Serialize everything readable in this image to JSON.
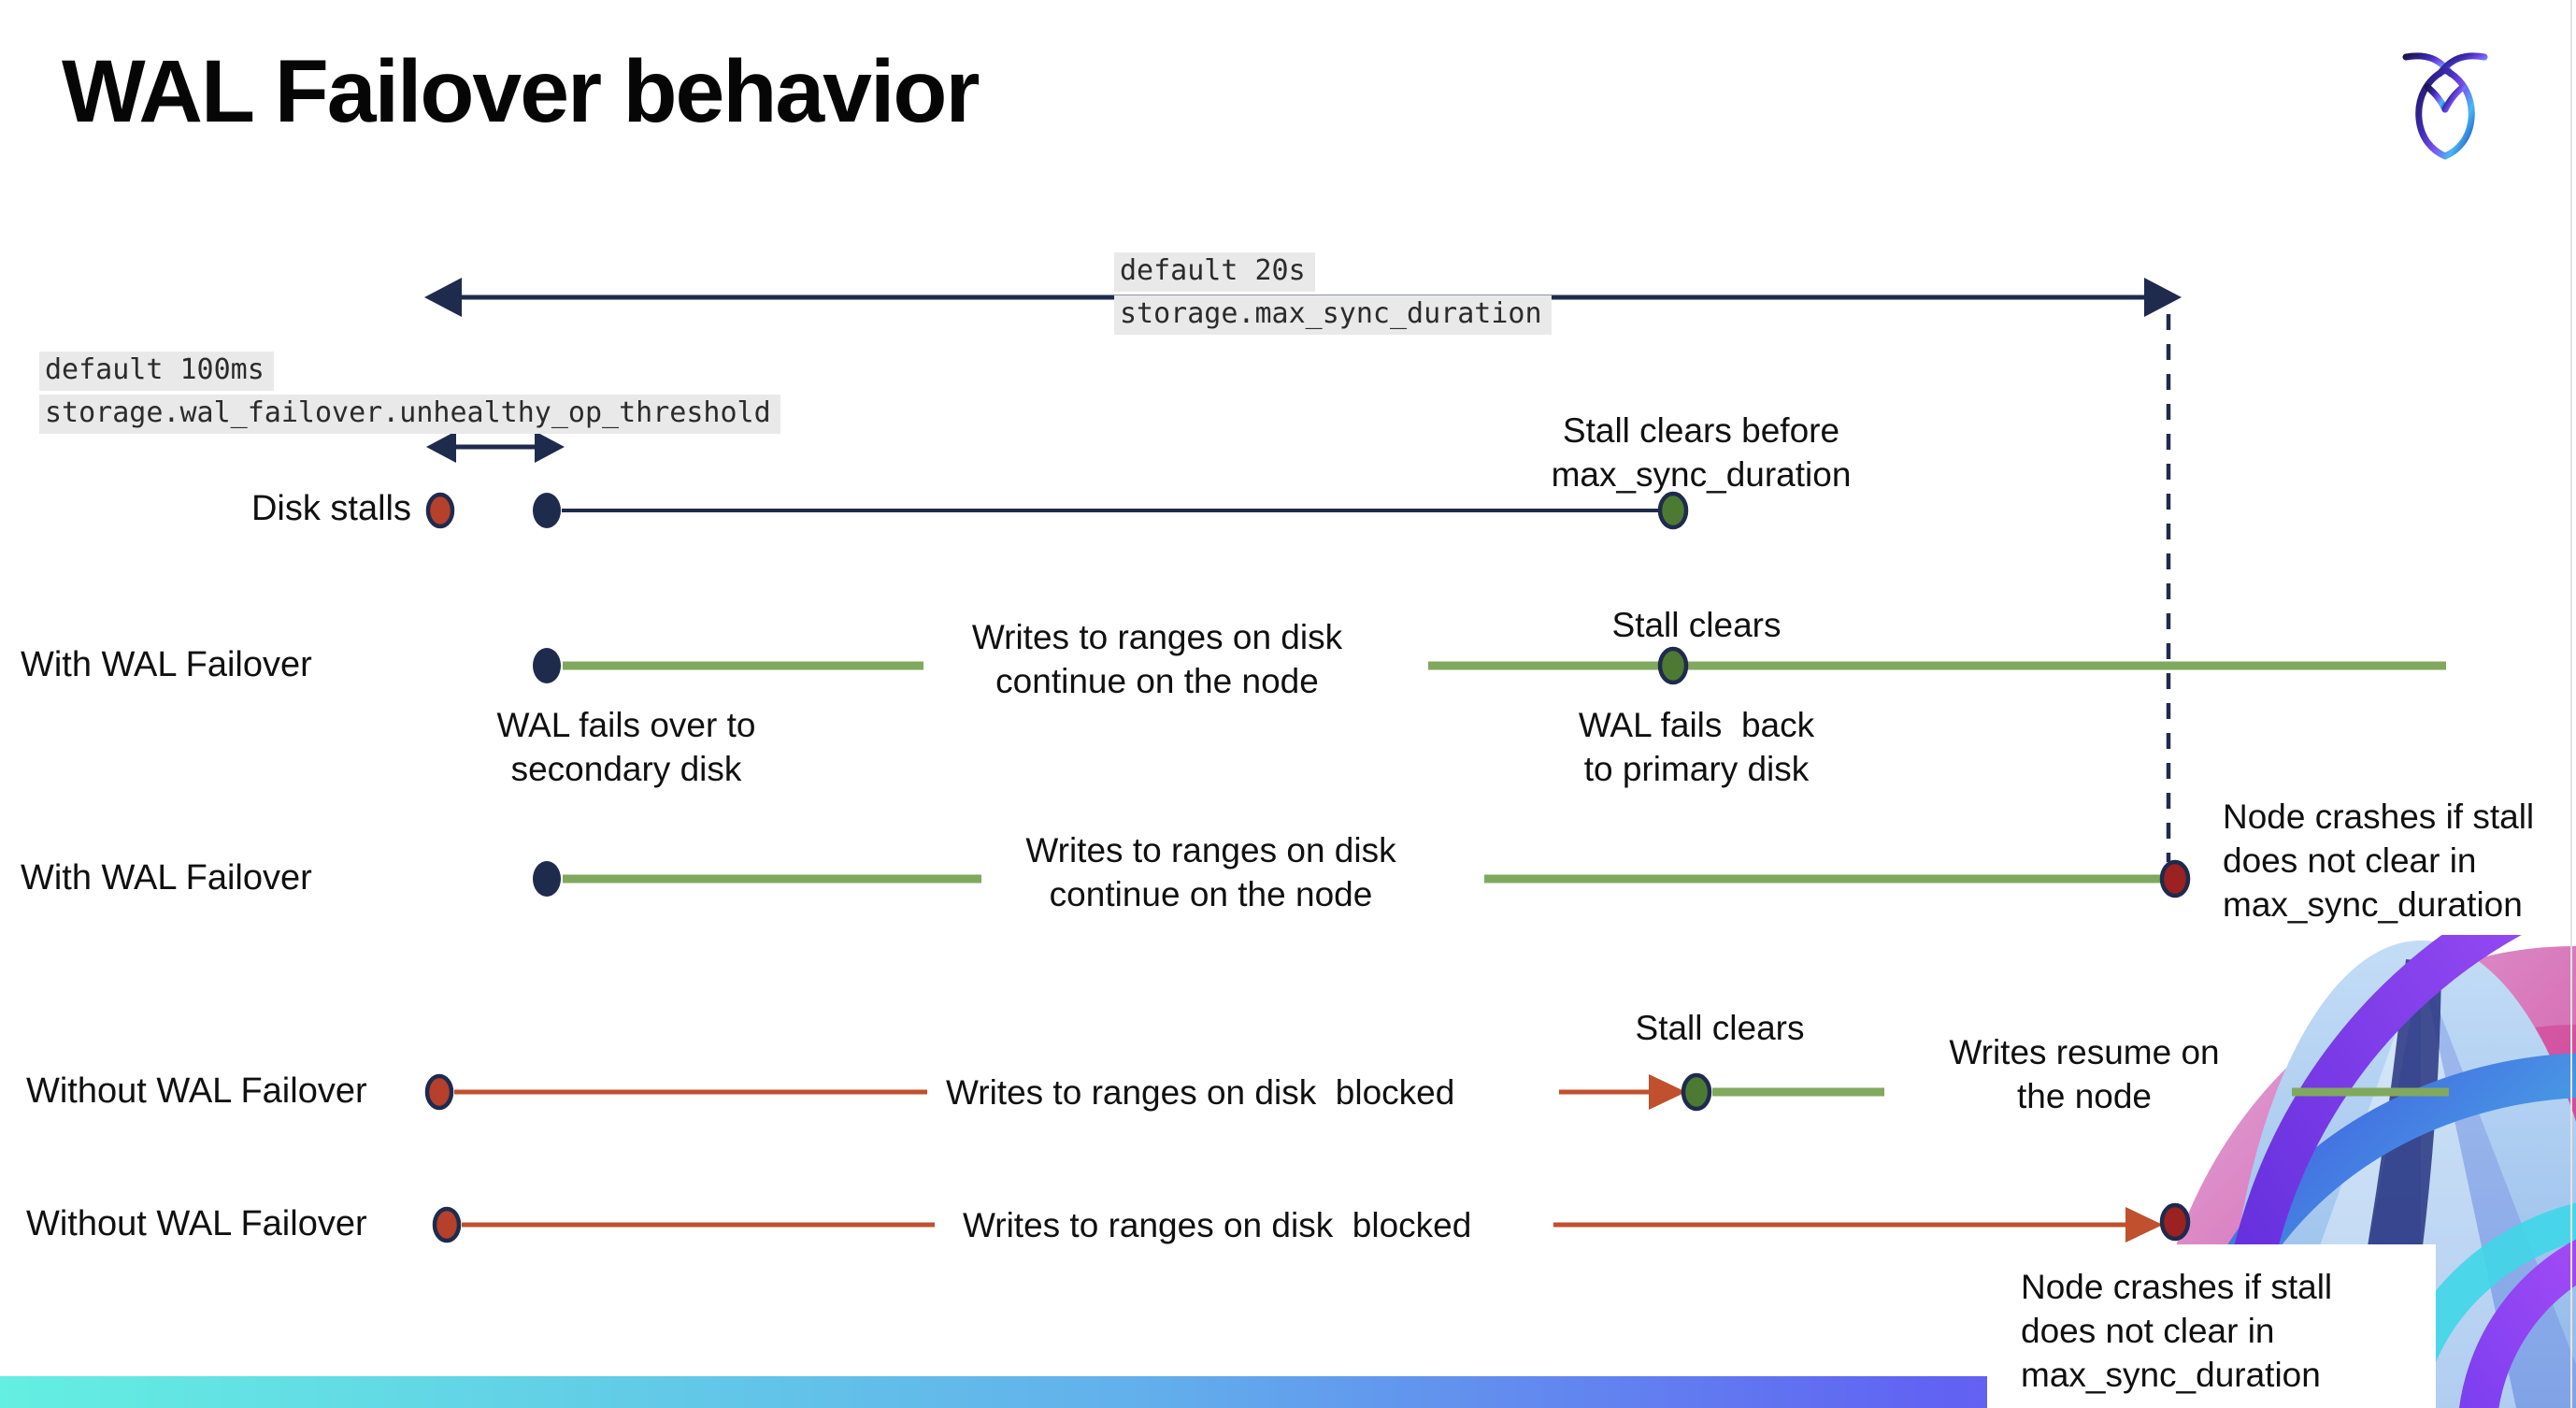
{
  "title": "WAL Failover behavior",
  "logo": {
    "name": "cockroachdb-logo"
  },
  "colors": {
    "text": "#111111",
    "navy": "#1f2b4d",
    "green_line": "#80a95e",
    "green_dot": "#4d7a32",
    "red_line": "#c0502e",
    "red_dot": "#b5402c",
    "dark_red": "#9c2121",
    "code_bg": "#e9e9e9",
    "bar_cyan": "#63efe1",
    "bar_blue": "#62aeec",
    "bar_indigo": "#6163f2",
    "bar_violet": "#7e4cf0"
  },
  "config": {
    "max_sync_line1": "default 20s",
    "max_sync_line2": "storage.max_sync_duration",
    "threshold_line1": "default 100ms",
    "threshold_line2": "storage.wal_failover.unhealthy_op_threshold"
  },
  "rows": {
    "r1": "Disk stalls",
    "r2": "With WAL Failover",
    "r3": "With WAL Failover",
    "r4": "Without WAL Failover",
    "r5": "Without WAL Failover"
  },
  "ann": {
    "stall_clears_before": "Stall clears before\nmax_sync_duration",
    "writes_continue_1": "Writes to ranges on disk\ncontinue on the node",
    "stall_clears_2": "Stall clears",
    "wal_fails_over": "WAL fails over to\nsecondary disk",
    "wal_fails_back": "WAL fails  back\nto primary disk",
    "writes_continue_2": "Writes to ranges on disk\ncontinue on the node",
    "node_crashes_1": "Node crashes if stall\ndoes not clear in\nmax_sync_duration",
    "writes_blocked_1": "Writes to ranges on disk  blocked",
    "stall_clears_4": "Stall clears",
    "writes_resume": "Writes resume on\nthe node",
    "writes_blocked_2": "Writes to ranges on disk  blocked",
    "node_crashes_2": "Node crashes if stall\ndoes not clear in\nmax_sync_duration"
  }
}
